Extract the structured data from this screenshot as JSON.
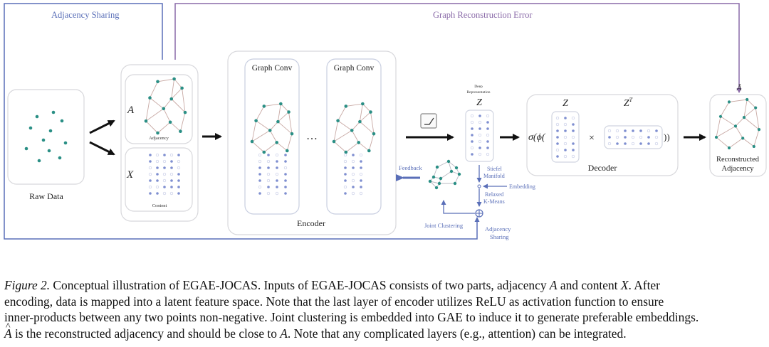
{
  "diagram": {
    "flow_labels": {
      "adjacency_sharing_top": "Adjacency Sharing",
      "graph_reconstruction_error": "Graph Reconstruction Error",
      "feedback": "Feedback",
      "stiefel_manifold_1": "Stiefel",
      "stiefel_manifold_2": "Manifold",
      "embedding": "Embedding",
      "relaxed_kmeans_1": "Relaxed",
      "relaxed_kmeans_2": "K-Means",
      "joint_clustering": "Joint Clustering",
      "adjacency_sharing_bottom_1": "Adjacency",
      "adjacency_sharing_bottom_2": "Sharing"
    },
    "raw_data": {
      "label": "Raw Data"
    },
    "inputs": {
      "adjacency_symbol": "A",
      "adjacency_caption": "Adjacency",
      "content_symbol": "X",
      "content_caption": "Content"
    },
    "encoder": {
      "label": "Encoder",
      "layers": [
        {
          "title": "Graph Conv"
        },
        {
          "title": "Graph Conv"
        }
      ],
      "ellipsis": "…"
    },
    "activation": {
      "icon": "relu-icon"
    },
    "representation": {
      "caption_1": "Deep",
      "caption_2": "Representation",
      "symbol": "Z"
    },
    "decoder": {
      "label": "Decoder",
      "z_symbol": "Z",
      "zt_symbol": "Z",
      "zt_superscript": "T",
      "formula_prefix": "σ(ϕ(",
      "times": "×",
      "formula_suffix": "))"
    },
    "output": {
      "symbol": "Â",
      "label_1": "Reconstructed",
      "label_2": "Adjacency"
    },
    "colors": {
      "node": "#2a8f85",
      "edge": "#c8a9a4",
      "matrix_dot": "#7f8fd0",
      "flow_blue": "#5a6fb8",
      "flow_purple": "#8a6aa8",
      "box_border": "#d8d8dc"
    }
  },
  "caption": {
    "figure_label": "Figure 2.",
    "line1_a": " Conceptual illustration of EGAE-JOCAS. Inputs of EGAE-JOCAS consists of two parts, adjacency ",
    "line1_A": "A",
    "line1_b": " and content ",
    "line1_X": "X",
    "line1_c": ". After",
    "line2": "encoding, data is mapped into a latent feature space. Note that the last layer of encoder utilizes ReLU as activation function to ensure",
    "line3": "inner-products between any two points non-negative. Joint clustering is embedded into GAE to induce it to generate preferable embeddings.",
    "line4_Ahat": "A",
    "line4_a": " is the reconstructed adjacency and should be close to ",
    "line4_A": "A",
    "line4_b": ". Note that any complicated layers (e.g., attention) can be integrated."
  }
}
